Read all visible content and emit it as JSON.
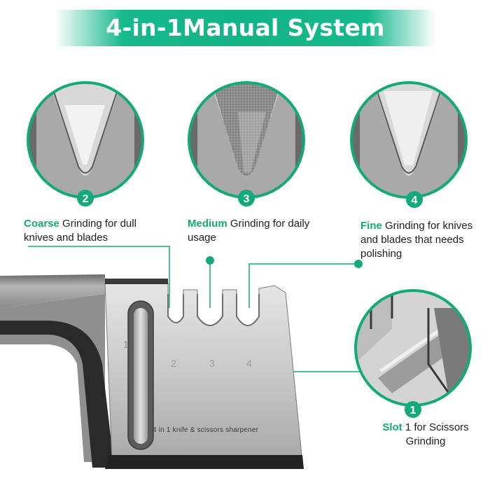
{
  "title": "4-in-1Manual System",
  "colors": {
    "accent": "#14a97a",
    "accent_dark": "#0f8f67",
    "steel_light": "#dcdcdc",
    "steel_dark": "#8c8c8c",
    "handle": "#2a2a2a"
  },
  "circles": [
    {
      "number": "2",
      "depicts": "coarse-grinding-slot"
    },
    {
      "number": "3",
      "depicts": "medium-grinding-slot"
    },
    {
      "number": "4",
      "depicts": "fine-grinding-slot"
    },
    {
      "number": "1",
      "depicts": "scissors-grinding-slot"
    }
  ],
  "captions": {
    "coarse": {
      "keyword": "Coarse",
      "text": " Grinding for dull knives and blades"
    },
    "medium": {
      "keyword": "Medium",
      "text": " Grinding for daily usage"
    },
    "fine": {
      "keyword": "Fine",
      "text": " Grinding for knives and blades that needs polishing"
    },
    "slot": {
      "keyword": "Slot",
      "text": " 1 for Scissors Grinding"
    }
  },
  "sharpener": {
    "engraving": "4 in 1 knife & scissors sharpener",
    "slot_labels": [
      "1",
      "2",
      "3",
      "4"
    ]
  }
}
